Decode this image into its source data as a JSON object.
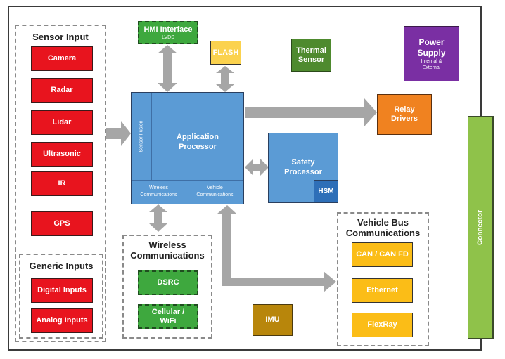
{
  "diagram": {
    "sensor_input": {
      "title": "Sensor Input",
      "items": [
        "Camera",
        "Radar",
        "Lidar",
        "Ultrasonic",
        "IR",
        "GPS"
      ]
    },
    "generic_inputs": {
      "title": "Generic Inputs",
      "items": [
        "Digital Inputs",
        "Analog Inputs"
      ]
    },
    "hmi_interface": {
      "title": "HMI Interface",
      "subtitle": "LVDS"
    },
    "flash": {
      "label": "FLASH"
    },
    "thermal_sensor": {
      "line1": "Thermal",
      "line2": "Sensor"
    },
    "power_supply": {
      "line1": "Power",
      "line2": "Supply",
      "sub1": "Internal &",
      "sub2": "External"
    },
    "relay_drivers": {
      "line1": "Relay",
      "line2": "Drivers"
    },
    "application_processor": {
      "line1": "Application",
      "line2": "Processor",
      "sensor_fusion": "Sensor Fusion",
      "wireless_comm": {
        "line1": "Wireless",
        "line2": "Communications"
      },
      "vehicle_comm": {
        "line1": "Vehicle",
        "line2": "Communications"
      }
    },
    "safety_processor": {
      "line1": "Safety",
      "line2": "Processor",
      "hsm": "HSM"
    },
    "wireless_communications": {
      "title1": "Wireless",
      "title2": "Communications",
      "dsrc": "DSRC",
      "cellular": {
        "line1": "Cellular /",
        "line2": "WiFi"
      }
    },
    "imu": {
      "label": "IMU"
    },
    "vehicle_bus": {
      "title1": "Vehicle Bus",
      "title2": "Communications",
      "items": [
        "CAN / CAN FD",
        "Ethernet",
        "FlexRay"
      ]
    },
    "connector": {
      "label": "Connector"
    },
    "colors": {
      "sensor_red": "#e8141e",
      "hmi_green": "#3ea83e",
      "flash_yellow": "#fbd24e",
      "thermal_green": "#4e8a2e",
      "power_purple": "#7a2fa3",
      "relay_orange": "#f08220",
      "processor_blue": "#5b9bd5",
      "hsm_blue": "#2e6fb8",
      "imu_brown": "#b8860b",
      "bus_yellow": "#fbbd17",
      "connector_green": "#8fc24a",
      "arrow_gray": "#a6a6a6"
    }
  }
}
